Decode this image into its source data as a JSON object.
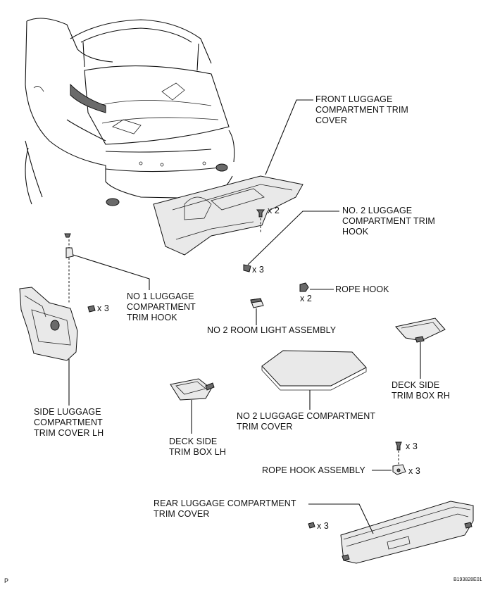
{
  "labels": {
    "front_trim_cover": [
      "FRONT LUGGAGE",
      "COMPARTMENT TRIM",
      "COVER"
    ],
    "no2_trim_hook": [
      "NO. 2 LUGGAGE",
      "COMPARTMENT TRIM",
      "HOOK"
    ],
    "no1_trim_hook": [
      "NO  1 LUGGAGE",
      "COMPARTMENT",
      "TRIM HOOK"
    ],
    "rope_hook": "ROPE HOOK",
    "room_light": "NO  2 ROOM LIGHT ASSEMBLY",
    "side_trim_cover_lh": [
      "SIDE LUGGAGE",
      "COMPARTMENT",
      "TRIM COVER LH"
    ],
    "deck_side_trim_box_rh": [
      "DECK SIDE",
      "TRIM BOX RH"
    ],
    "deck_side_trim_box_lh": [
      "DECK SIDE",
      "TRIM BOX LH"
    ],
    "no2_trim_cover": [
      "NO  2 LUGGAGE COMPARTMENT",
      "TRIM COVER"
    ],
    "rope_hook_assembly": "ROPE HOOK ASSEMBLY",
    "rear_trim_cover": [
      "REAR LUGGAGE COMPARTMENT",
      "TRIM COVER"
    ]
  },
  "quantities": {
    "front_cover_clip": "x 2",
    "front_cover_clip_lower": "x 3",
    "side_cover_clip": "x 3",
    "rope_hook_count": "x 2",
    "rope_hook_assy_bolt": "x 3",
    "rope_hook_assy_body": "x 3",
    "rear_cover_clip": "x 3"
  },
  "footer": {
    "page_mark": "P",
    "figure_code": "B193828E01"
  }
}
